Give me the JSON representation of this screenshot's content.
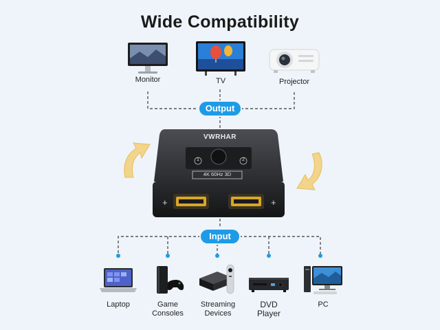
{
  "title": "Wide Compatibility",
  "output": {
    "label": "Output",
    "devices": [
      {
        "name": "Monitor",
        "icon": "monitor-icon"
      },
      {
        "name": "TV",
        "icon": "tv-icon"
      },
      {
        "name": "Projector",
        "icon": "projector-icon"
      }
    ]
  },
  "input": {
    "label": "Input",
    "devices": [
      {
        "name": "Laptop",
        "icon": "laptop-icon"
      },
      {
        "line1": "Game",
        "line2": "Consoles",
        "icon": "game-console-icon"
      },
      {
        "line1": "Streaming",
        "line2": "Devices",
        "icon": "streaming-box-icon"
      },
      {
        "line1": "DVD",
        "line2": "Player",
        "icon": "dvd-player-icon"
      },
      {
        "name": "PC",
        "icon": "pc-icon"
      }
    ]
  },
  "switcher": {
    "brand": "VWRHAR",
    "port1": "1",
    "port2": "2",
    "spec": "4K 60Hz 3D"
  },
  "colors": {
    "accent": "#1e9be6",
    "line": "#555555",
    "arrow": "#f2d48a",
    "device_body": "#2b2d30"
  }
}
